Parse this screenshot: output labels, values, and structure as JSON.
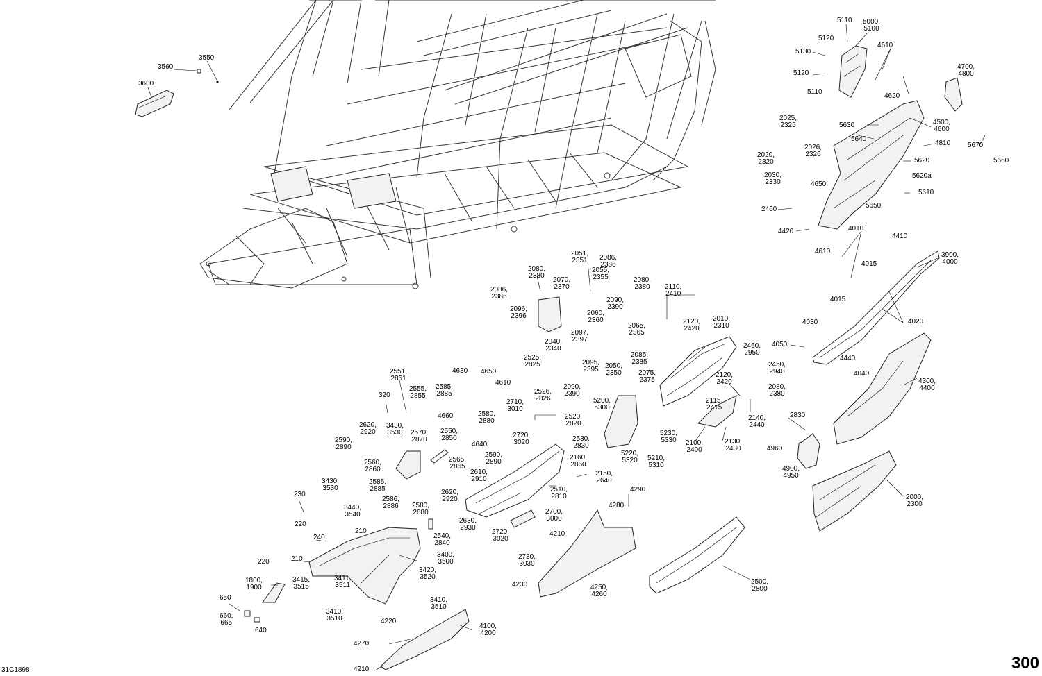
{
  "document_code": "31C1898",
  "page_number": "300",
  "callouts": [
    {
      "id": "c3550",
      "text": "3550"
    },
    {
      "id": "c3560",
      "text": "3560"
    },
    {
      "id": "c3600",
      "text": "3600"
    },
    {
      "id": "c5110a",
      "text": "5110"
    },
    {
      "id": "c5000",
      "text": "5000,\n5100"
    },
    {
      "id": "c5120a",
      "text": "5120"
    },
    {
      "id": "c5130",
      "text": "5130"
    },
    {
      "id": "c4610a",
      "text": "4610"
    },
    {
      "id": "c5120b",
      "text": "5120"
    },
    {
      "id": "c5110b",
      "text": "5110"
    },
    {
      "id": "c4700",
      "text": "4700,\n4800"
    },
    {
      "id": "c4620",
      "text": "4620"
    },
    {
      "id": "c2025",
      "text": "2025,\n2325"
    },
    {
      "id": "c5630",
      "text": "5630"
    },
    {
      "id": "c4500",
      "text": "4500,\n4600"
    },
    {
      "id": "c5640",
      "text": "5640"
    },
    {
      "id": "c2026",
      "text": "2026,\n2326"
    },
    {
      "id": "c4810",
      "text": "4810"
    },
    {
      "id": "c5670",
      "text": "5670"
    },
    {
      "id": "c2020",
      "text": "2020,\n2320"
    },
    {
      "id": "c5620",
      "text": "5620"
    },
    {
      "id": "c5660",
      "text": "5660"
    },
    {
      "id": "c5620a",
      "text": "5620a"
    },
    {
      "id": "c2030",
      "text": "2030,\n2330"
    },
    {
      "id": "c4650a",
      "text": "4650"
    },
    {
      "id": "c5610",
      "text": "5610"
    },
    {
      "id": "c5650",
      "text": "5650"
    },
    {
      "id": "c2460a",
      "text": "2460"
    },
    {
      "id": "c4420",
      "text": "4420"
    },
    {
      "id": "c4010",
      "text": "4010"
    },
    {
      "id": "c4410",
      "text": "4410"
    },
    {
      "id": "c4610b",
      "text": "4610"
    },
    {
      "id": "c4015a",
      "text": "4015"
    },
    {
      "id": "c3900",
      "text": "3900,\n4000"
    },
    {
      "id": "c4015b",
      "text": "4015"
    },
    {
      "id": "c4030",
      "text": "4030"
    },
    {
      "id": "c4020",
      "text": "4020"
    },
    {
      "id": "c4050",
      "text": "4050"
    },
    {
      "id": "c4440",
      "text": "4440"
    },
    {
      "id": "c4040",
      "text": "4040"
    },
    {
      "id": "c4300",
      "text": "4300,\n4400"
    },
    {
      "id": "c2830a",
      "text": "2830"
    },
    {
      "id": "c4960",
      "text": "4960"
    },
    {
      "id": "c4900",
      "text": "4900,\n4950"
    },
    {
      "id": "c2000",
      "text": "2000,\n2300"
    },
    {
      "id": "c2500",
      "text": "2500,\n2800"
    },
    {
      "id": "c2051",
      "text": "2051,\n2351"
    },
    {
      "id": "c2086a",
      "text": "2086,\n2386"
    },
    {
      "id": "c2080a",
      "text": "2080,\n2380"
    },
    {
      "id": "c2055",
      "text": "2055,\n2355"
    },
    {
      "id": "c2070",
      "text": "2070,\n2370"
    },
    {
      "id": "c2080b",
      "text": "2080,\n2380"
    },
    {
      "id": "c2086b",
      "text": "2086,\n2386"
    },
    {
      "id": "c2110",
      "text": "2110,\n2410"
    },
    {
      "id": "c2090a",
      "text": "2090,\n2390"
    },
    {
      "id": "c2096",
      "text": "2096,\n2396"
    },
    {
      "id": "c2060",
      "text": "2060,\n2360"
    },
    {
      "id": "c2120a",
      "text": "2120,\n2420"
    },
    {
      "id": "c2010",
      "text": "2010,\n2310"
    },
    {
      "id": "c2065",
      "text": "2065,\n2365"
    },
    {
      "id": "c2097",
      "text": "2097,\n2397"
    },
    {
      "id": "c2040",
      "text": "2040,\n2340"
    },
    {
      "id": "c2460b",
      "text": "2460,\n2950"
    },
    {
      "id": "c2525",
      "text": "2525,\n2825"
    },
    {
      "id": "c2085",
      "text": "2085,\n2385"
    },
    {
      "id": "c2095",
      "text": "2095,\n2395"
    },
    {
      "id": "c2050",
      "text": "2050,\n2350"
    },
    {
      "id": "c2450",
      "text": "2450,\n2940"
    },
    {
      "id": "c2075",
      "text": "2075,\n2375"
    },
    {
      "id": "c2120b",
      "text": "2120,\n2420"
    },
    {
      "id": "c2080c",
      "text": "2080,\n2380"
    },
    {
      "id": "c2090b",
      "text": "2090,\n2390"
    },
    {
      "id": "c2526",
      "text": "2526,\n2826"
    },
    {
      "id": "c5200",
      "text": "5200,\n5300"
    },
    {
      "id": "c2115",
      "text": "2115,\n2415"
    },
    {
      "id": "c2140",
      "text": "2140,\n2440"
    },
    {
      "id": "c2520",
      "text": "2520,\n2820"
    },
    {
      "id": "c5230",
      "text": "5230,\n5330"
    },
    {
      "id": "c2100",
      "text": "2100,\n2400"
    },
    {
      "id": "c2130",
      "text": "2130,\n2430"
    },
    {
      "id": "c2530",
      "text": "2530,\n2830"
    },
    {
      "id": "c5220",
      "text": "5220,\n5320"
    },
    {
      "id": "c5210",
      "text": "5210,\n5310"
    },
    {
      "id": "c2160",
      "text": "2160,\n2860"
    },
    {
      "id": "c2150",
      "text": "2150,\n2640"
    },
    {
      "id": "c2510",
      "text": "2510,\n2810"
    },
    {
      "id": "c4290",
      "text": "4290"
    },
    {
      "id": "c4280",
      "text": "4280"
    },
    {
      "id": "c2700",
      "text": "2700,\n3000"
    },
    {
      "id": "c4210a",
      "text": "4210"
    },
    {
      "id": "c2720a",
      "text": "2720,\n3020"
    },
    {
      "id": "c2730",
      "text": "2730,\n3030"
    },
    {
      "id": "c4230",
      "text": "4230"
    },
    {
      "id": "c4250",
      "text": "4250,\n4260"
    },
    {
      "id": "c2551",
      "text": "2551,\n2851"
    },
    {
      "id": "c4630",
      "text": "4630"
    },
    {
      "id": "c4650b",
      "text": "4650"
    },
    {
      "id": "c2555",
      "text": "2555,\n2855"
    },
    {
      "id": "c2585a",
      "text": "2585,\n2885"
    },
    {
      "id": "c4610c",
      "text": "4610"
    },
    {
      "id": "c320",
      "text": "320"
    },
    {
      "id": "c2710",
      "text": "2710,\n3010"
    },
    {
      "id": "c4660",
      "text": "4660"
    },
    {
      "id": "c2580a",
      "text": "2580,\n2880"
    },
    {
      "id": "c2620a",
      "text": "2620,\n2920"
    },
    {
      "id": "c3430a",
      "text": "3430,\n3530"
    },
    {
      "id": "c2570",
      "text": "2570,\n2870"
    },
    {
      "id": "c2550",
      "text": "2550,\n2850"
    },
    {
      "id": "c2590a",
      "text": "2590,\n2890"
    },
    {
      "id": "c4640",
      "text": "4640"
    },
    {
      "id": "c2720b",
      "text": "2720,\n3020"
    },
    {
      "id": "c2560",
      "text": "2560,\n2860"
    },
    {
      "id": "c2565",
      "text": "2565,\n2865"
    },
    {
      "id": "c2590b",
      "text": "2590,\n2890"
    },
    {
      "id": "c2610",
      "text": "2610,\n2910"
    },
    {
      "id": "c3430b",
      "text": "3430,\n3530"
    },
    {
      "id": "c2585b",
      "text": "2585,\n2885"
    },
    {
      "id": "c230",
      "text": "230"
    },
    {
      "id": "c2586",
      "text": "2586,\n2886"
    },
    {
      "id": "c2580b",
      "text": "2580,\n2880"
    },
    {
      "id": "c2620b",
      "text": "2620,\n2920"
    },
    {
      "id": "c3440",
      "text": "3440,\n3540"
    },
    {
      "id": "c220a",
      "text": "220"
    },
    {
      "id": "c2630",
      "text": "2630,\n2930"
    },
    {
      "id": "c210a",
      "text": "210"
    },
    {
      "id": "c240",
      "text": "240"
    },
    {
      "id": "c2540",
      "text": "2540,\n2840"
    },
    {
      "id": "c210b",
      "text": "210"
    },
    {
      "id": "c3400",
      "text": "3400,\n3500"
    },
    {
      "id": "c220b",
      "text": "220"
    },
    {
      "id": "c1800",
      "text": "1800,\n1900"
    },
    {
      "id": "c3415",
      "text": "3415,\n3515"
    },
    {
      "id": "c3411",
      "text": "3411,\n3511"
    },
    {
      "id": "c3420",
      "text": "3420,\n3520"
    },
    {
      "id": "c650",
      "text": "650"
    },
    {
      "id": "c3410a",
      "text": "3410,\n3510"
    },
    {
      "id": "c660",
      "text": "660,\n665"
    },
    {
      "id": "c3410b",
      "text": "3410,\n3510"
    },
    {
      "id": "c4220",
      "text": "4220"
    },
    {
      "id": "c640",
      "text": "640"
    },
    {
      "id": "c4100",
      "text": "4100,\n4200"
    },
    {
      "id": "c4270",
      "text": "4270"
    },
    {
      "id": "c4210b",
      "text": "4210"
    }
  ]
}
